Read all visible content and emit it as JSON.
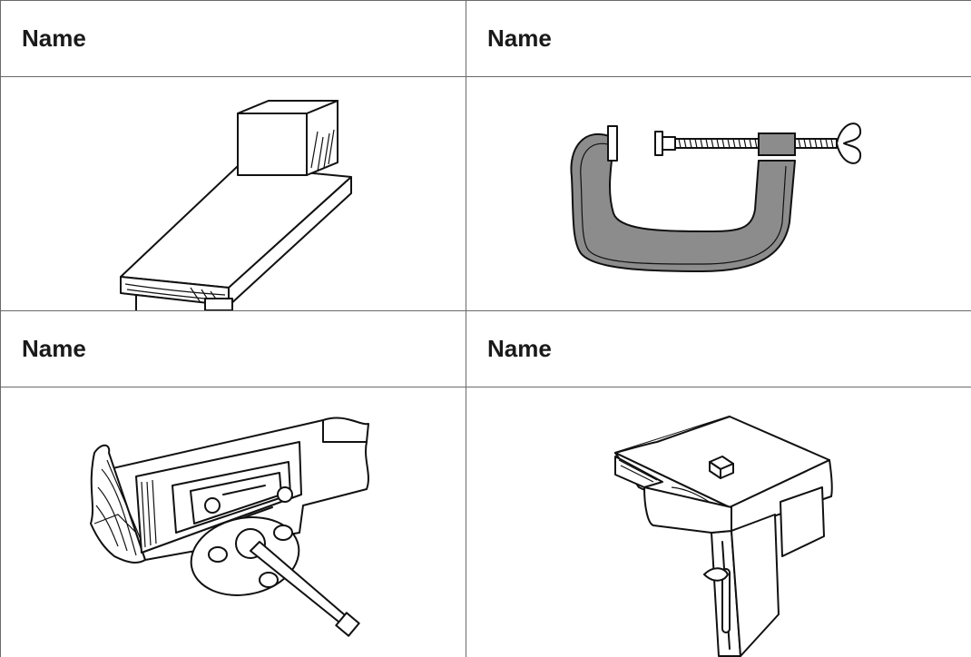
{
  "table": {
    "rows": [
      {
        "cells": [
          {
            "name_label": "Name",
            "picture_icon": "bench-hook-icon"
          },
          {
            "name_label": "Name",
            "picture_icon": "g-clamp-icon"
          }
        ]
      },
      {
        "cells": [
          {
            "name_label": "Name",
            "picture_icon": "bench-vice-icon"
          },
          {
            "name_label": "Name",
            "picture_icon": "bench-stop-icon"
          }
        ]
      }
    ]
  },
  "colors": {
    "grid_line": "#6a6a6a",
    "text": "#1a1a1a",
    "clamp_fill": "#8c8c8c",
    "ink": "#111111"
  }
}
